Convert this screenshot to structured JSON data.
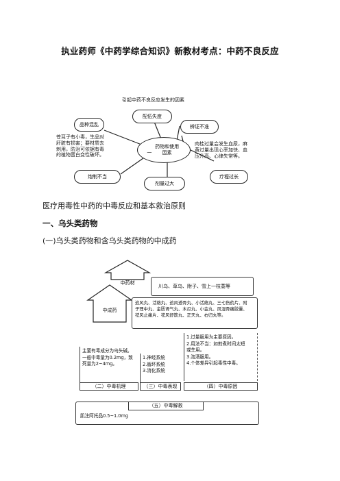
{
  "doc": {
    "title": "执业药师《中药学综合知识》新教材考点：中药不良反应"
  },
  "diagram1": {
    "header": "引起中药不良反应发生的因素",
    "center": "药物和使用因素",
    "center_prefix": "一",
    "nodes": {
      "top": "配伍失度",
      "top_right": "辨证不准",
      "right": "疗程过长",
      "bottom": "剂量过大",
      "bottom_left": "炮制不当",
      "top_left": "品种混乱"
    },
    "note_left": [
      "苍耳子有小毒，生品对",
      "肝脏有损害；要材质去",
      "刺用，防治可依据有毒",
      "的植物蛋白变性破坏。"
    ],
    "note_right": [
      "肉桂过量会发生血尿，麻",
      "黄过量出现心率加快、血",
      "压升高、心律失常等。"
    ]
  },
  "sections": {
    "principle": "医疗用毒性中药的中毒反应和基本救治原则",
    "h1": "一、乌头类药物",
    "h1_sub": "(一)乌头类药物和含乌头类药物的中成药"
  },
  "diagram2": {
    "zhongyaocai_label": "中药材",
    "zhongyaocai_text": "川乌、草乌、附子、雪上一枝蒿等",
    "zhongchengyao_label": "中成药",
    "zhongchengyao_lines": [
      "追风丸、活络丸、追风透骨丸、小活络丸、三七伤药片、附",
      "子理中丸、金匮肾气丸、木瓜丸、小金丸、风湿骨痛胶囊、",
      "祛风止痛片、祛风舒筋丸、正天丸、右归丸等。"
    ],
    "mechanism_lines": [
      "主要有毒成分为乌头碱。",
      "一般中毒量为0.2mg，致",
      "死量为2~4mg。"
    ],
    "mechanism_tab": "（二）中毒机理",
    "symptoms_lines": [
      "1.神经系统",
      "2.循环系统",
      "3.消化系统"
    ],
    "symptoms_tab": "（三）中毒表现",
    "causes_lines": [
      "1.过量服用为主要原因。",
      "2.用法不当：如煎煮时间太短",
      "或生用。",
      "3.泡酒服用。",
      "4.个体差异引起毒性中毒。"
    ],
    "causes_tab": "（四）中毒原因",
    "rescue_tab": "（五）中毒解救",
    "rescue_text": "肌注阿托品0.5~1.0mg"
  }
}
